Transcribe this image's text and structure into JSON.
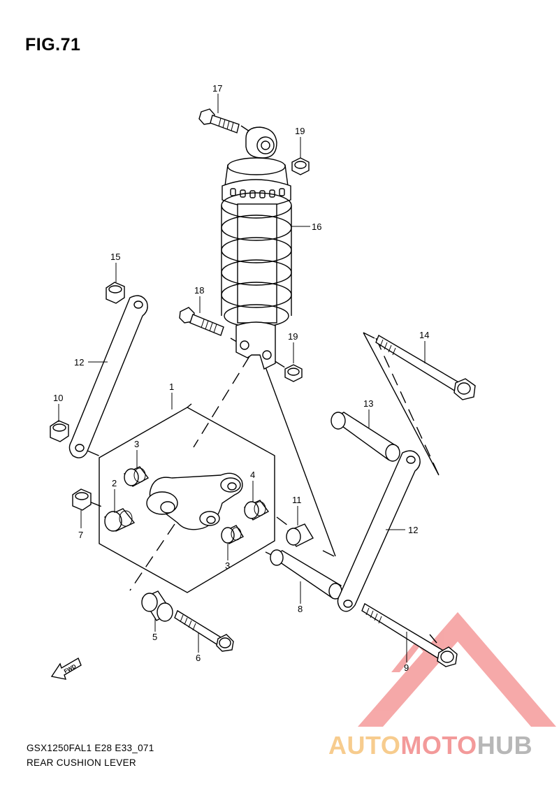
{
  "figure": {
    "title": "FIG.71",
    "model_code": "GSX1250FAL1 E28 E33_071",
    "section_name": "REAR CUSHION LEVER"
  },
  "fwd_marker": {
    "label": "FWD"
  },
  "watermark": {
    "part1": "AUTO",
    "part2": "MOTO",
    "part3": "HUB",
    "colors": {
      "auto": "#f7cc8e",
      "moto": "#f39a9a",
      "hub": "#b7b7b7",
      "triangle": "#f49a9a"
    }
  },
  "callouts": [
    {
      "id": "1",
      "label": "1"
    },
    {
      "id": "2",
      "label": "2"
    },
    {
      "id": "3a",
      "label": "3"
    },
    {
      "id": "3b",
      "label": "3"
    },
    {
      "id": "4",
      "label": "4"
    },
    {
      "id": "5",
      "label": "5"
    },
    {
      "id": "6",
      "label": "6"
    },
    {
      "id": "7",
      "label": "7"
    },
    {
      "id": "8",
      "label": "8"
    },
    {
      "id": "9",
      "label": "9"
    },
    {
      "id": "10",
      "label": "10"
    },
    {
      "id": "11",
      "label": "11"
    },
    {
      "id": "12a",
      "label": "12"
    },
    {
      "id": "12b",
      "label": "12"
    },
    {
      "id": "13",
      "label": "13"
    },
    {
      "id": "14",
      "label": "14"
    },
    {
      "id": "15",
      "label": "15"
    },
    {
      "id": "16",
      "label": "16"
    },
    {
      "id": "17",
      "label": "17"
    },
    {
      "id": "18",
      "label": "18"
    },
    {
      "id": "19a",
      "label": "19"
    },
    {
      "id": "19b",
      "label": "19"
    }
  ]
}
